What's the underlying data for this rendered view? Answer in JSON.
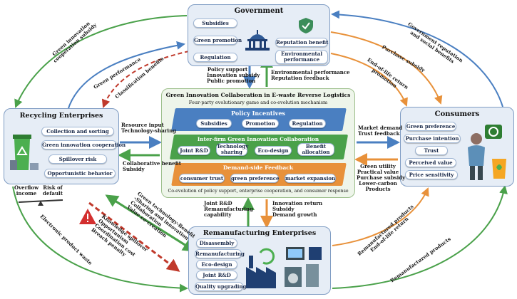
{
  "government": {
    "title": "Government",
    "left_items": [
      "Subsidies",
      "Green promotion",
      "Regulation"
    ],
    "right_items": [
      "Reputation benefit",
      "Environmental performance"
    ]
  },
  "recycling": {
    "title": "Recycling Enterprises",
    "items": [
      "Collection and sorting",
      "Green innovation cooperation",
      "Spillover risk",
      "Opportunistic behavior"
    ],
    "left_label": "Overflow income",
    "right_label": "Risk of default"
  },
  "consumers": {
    "title": "Consumers",
    "items": [
      "Green preference",
      "Purchase intention",
      "Trust",
      "Perceived value",
      "Price sensitivity"
    ]
  },
  "remanufacturing": {
    "title": "Remanufacturing Enterprises",
    "items": [
      "Disassembly",
      "Remanufacturing",
      "Eco-design",
      "Joint R&D",
      "Quality upgrading"
    ]
  },
  "center": {
    "title": "Green Innovation Collaboration in E-waste Reverse Logistics",
    "subtitle": "Four-party evolutionary game and co-evolution mechanism",
    "policy": {
      "title": "Policy Incentives",
      "items": [
        "Subsidies",
        "Promotion",
        "Regulation"
      ]
    },
    "interfirm": {
      "title": "Inter-firm Green Innovation Collaboration",
      "items": [
        "Joint R&D",
        "Technology sharing",
        "Eco-design",
        "Benefit allocation"
      ]
    },
    "demand": {
      "title": "Demand-side Feedback",
      "items": [
        "consumer trust",
        "green preference",
        "market expansion"
      ]
    },
    "footer": "Co-evolution of policy support, enterprise cooperation, and consumer response"
  },
  "flows": {
    "gov_down": [
      "Policy support",
      "Innovation subsidy",
      "Public promotion"
    ],
    "gov_up": [
      "Environmental performance",
      "Reputation feedback"
    ],
    "rec_in": [
      "Resource input",
      "Technology-sharing"
    ],
    "rec_out": [
      "Collaborative benefit",
      "Subsidy"
    ],
    "con_in": [
      "Market demand",
      "Trust feedback"
    ],
    "con_out": [
      "Green utility",
      "Practical value",
      "Purchase subsidy",
      "Lower-carbon",
      "Products"
    ],
    "rem_up": [
      "Joint R&D",
      "Remanufacturing",
      "capability"
    ],
    "rem_down": [
      "Innovation return",
      "Subsidy",
      "Demand growth"
    ],
    "green_coop_subsidy": [
      "Green innovation",
      "cooperation subsidy"
    ],
    "green_performance": "Green performance",
    "classification_benefits": "Classification benefits",
    "gov_reputation": [
      "Government reputation",
      "and social benefits"
    ],
    "purchase_subsidy": "Purchase subsidy",
    "end_of_life": [
      "End-of-life return",
      "promotion"
    ],
    "diag_green": [
      "Green technology-Benefit",
      "-Sharing and innovation",
      "Collaboration",
      "Value co-creation"
    ],
    "diag_red": [
      "Knowledge spillover",
      "Opportunism",
      "Coordination cost",
      "Breach penalty"
    ],
    "reman_products_eol": [
      "Remanufactured products",
      "End-of-life return"
    ],
    "reman_products": "Remanufactured products",
    "electronic_waste": "Electronic product waste"
  },
  "colors": {
    "blue": "#4a7fc1",
    "green": "#4aa14a",
    "orange": "#e8913a",
    "red": "#c0392b",
    "panel_bg": "#e6edf6",
    "panel_border": "#7f9cc3",
    "center_bg": "#eef5ea"
  }
}
